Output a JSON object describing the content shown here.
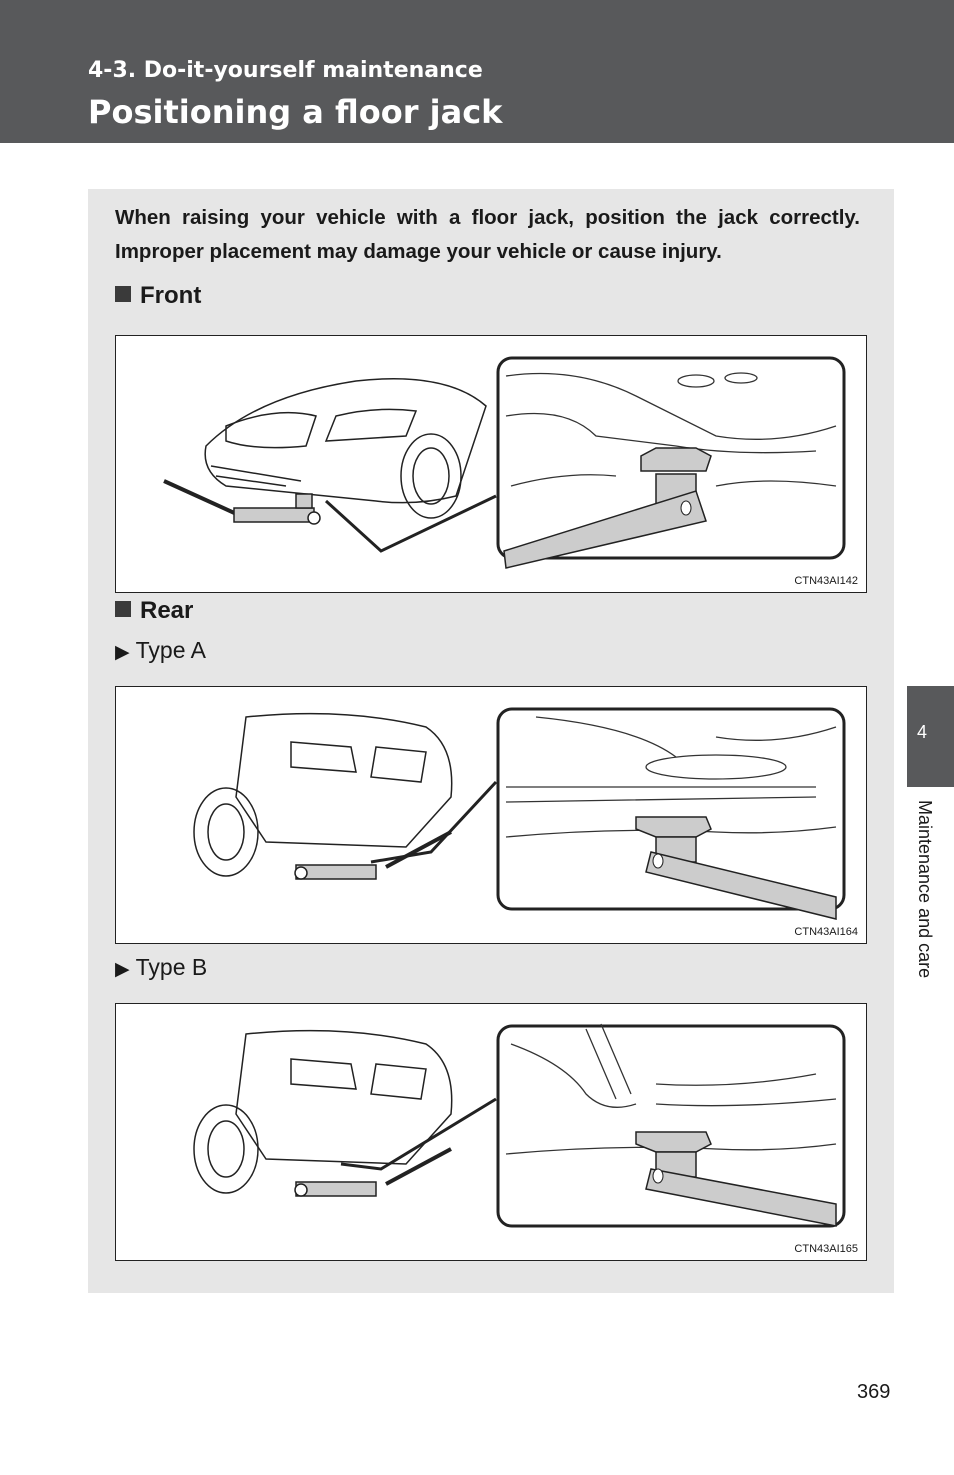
{
  "header": {
    "section_label": "4-3. Do-it-yourself maintenance",
    "page_title": "Positioning a floor jack"
  },
  "intro_text": "When raising your vehicle with a floor jack, position the jack correctly. Improper placement may damage your vehicle or cause injury.",
  "sections": {
    "front": {
      "heading": "Front",
      "figure_code": "CTN43AI142"
    },
    "rear": {
      "heading": "Rear",
      "type_a": {
        "label": "Type A",
        "figure_code": "CTN43AI164"
      },
      "type_b": {
        "label": "Type B",
        "figure_code": "CTN43AI165"
      }
    }
  },
  "side_tab": {
    "number": "4",
    "label": "Maintenance and care"
  },
  "page_number": "369",
  "icons": [
    "square-bullet-icon",
    "triangle-bullet-icon"
  ],
  "colors": {
    "header_bg": "#58595b",
    "panel_bg": "#e6e6e6",
    "tab_bg": "#58595b"
  }
}
